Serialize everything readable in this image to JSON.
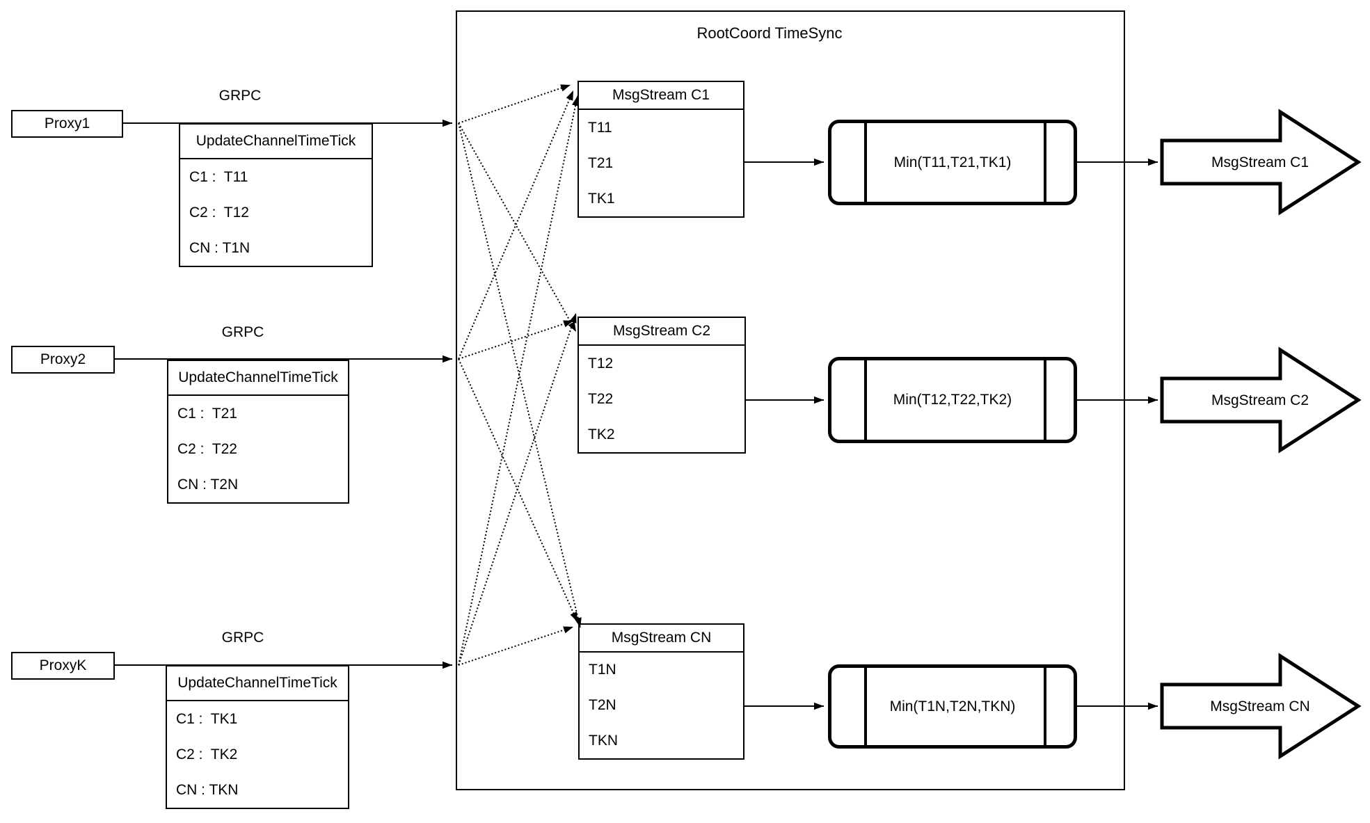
{
  "diagram": {
    "title": "RootCoord TimeSync",
    "colors": {
      "ink": "#000000",
      "paper": "#ffffff"
    },
    "proxies": [
      {
        "name": "Proxy1",
        "protocol": "GRPC",
        "message": {
          "header": "UpdateChannelTimeTick",
          "rows": [
            "C1 :  T11",
            "C2 :  T12",
            "CN : T1N"
          ]
        }
      },
      {
        "name": "Proxy2",
        "protocol": "GRPC",
        "message": {
          "header": "UpdateChannelTimeTick",
          "rows": [
            "C1 :  T21",
            "C2 :  T22",
            "CN : T2N"
          ]
        }
      },
      {
        "name": "ProxyK",
        "protocol": "GRPC",
        "message": {
          "header": "UpdateChannelTimeTick",
          "rows": [
            "C1 :  TK1",
            "C2 :  TK2",
            "CN : TKN"
          ]
        }
      }
    ],
    "streams": [
      {
        "header": "MsgStream C1",
        "rows": [
          "T11",
          "T21",
          "TK1"
        ],
        "min_label": "Min(T11,T21,TK1)",
        "output_label": "MsgStream C1"
      },
      {
        "header": "MsgStream C2",
        "rows": [
          "T12",
          "T22",
          "TK2"
        ],
        "min_label": "Min(T12,T22,TK2)",
        "output_label": "MsgStream C2"
      },
      {
        "header": "MsgStream CN",
        "rows": [
          "T1N",
          "T2N",
          "TKN"
        ],
        "min_label": "Min(T1N,T2N,TKN)",
        "output_label": "MsgStream CN"
      }
    ]
  }
}
